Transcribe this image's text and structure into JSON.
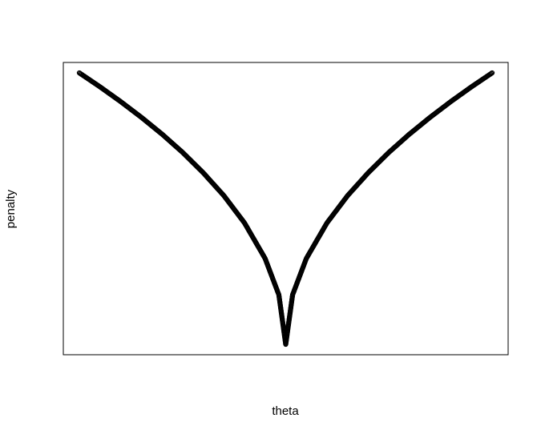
{
  "chart_data": {
    "type": "scatter",
    "title": "",
    "xlabel": "theta",
    "ylabel": "penalty",
    "ticks_shown": false,
    "grid": false,
    "legend": "none",
    "marker": "open-circle",
    "color": "#000000",
    "series": [
      {
        "x": [
          -3.0,
          -2.7,
          -2.4,
          -2.1,
          -1.8,
          -1.5,
          -1.2,
          -0.9,
          -0.6,
          -0.3,
          -0.1,
          0.0,
          0.1,
          0.3,
          0.6,
          0.9,
          1.2,
          1.5,
          1.8,
          2.1,
          2.4,
          2.7,
          3.0
        ],
        "y": [
          1.732,
          1.643,
          1.549,
          1.449,
          1.342,
          1.225,
          1.095,
          0.949,
          0.775,
          0.548,
          0.316,
          0.0,
          0.316,
          0.548,
          0.775,
          0.949,
          1.095,
          1.225,
          1.342,
          1.449,
          1.549,
          1.643,
          1.732
        ]
      }
    ]
  }
}
